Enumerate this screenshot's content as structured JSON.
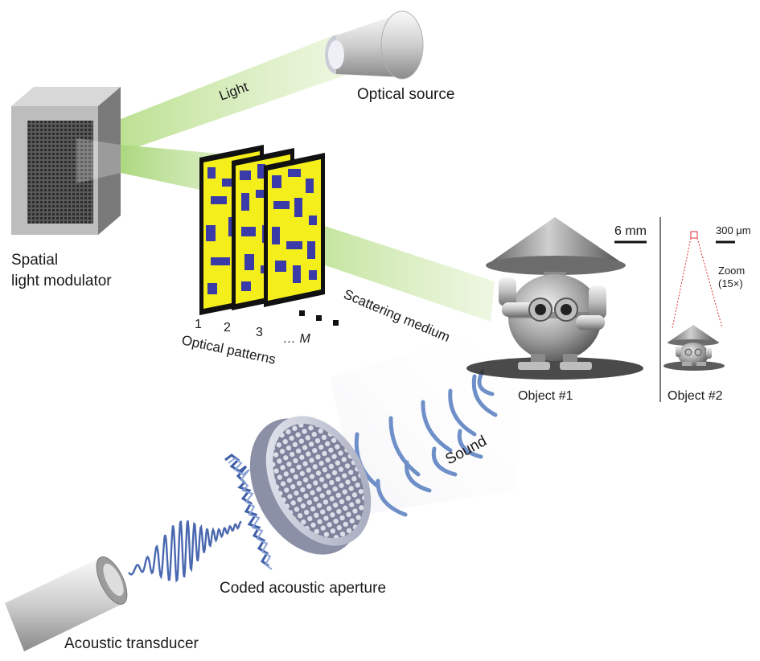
{
  "labels": {
    "optical_source": "Optical source",
    "light": "Light",
    "slm_line1": "Spatial",
    "slm_line2": "light modulator",
    "optical_patterns": "Optical patterns",
    "pattern_1": "1",
    "pattern_2": "2",
    "pattern_3": "3",
    "pattern_m": "… M",
    "scattering_medium": "Scattering medium",
    "scale_6mm": "6 mm",
    "scale_300um": "300 μm",
    "zoom_line1": "Zoom",
    "zoom_line2": "(15×)",
    "object1": "Object #1",
    "object2": "Object #2",
    "sound": "Sound",
    "coded_aperture": "Coded acoustic aperture",
    "acoustic_transducer": "Acoustic transducer"
  },
  "colors": {
    "beam": "#c8e6a0",
    "pattern_yellow": "#f4ee1a",
    "pattern_blue": "#3a3aa8",
    "sound_wave": "#6f8fc8",
    "metal": "#9a9a9a"
  }
}
